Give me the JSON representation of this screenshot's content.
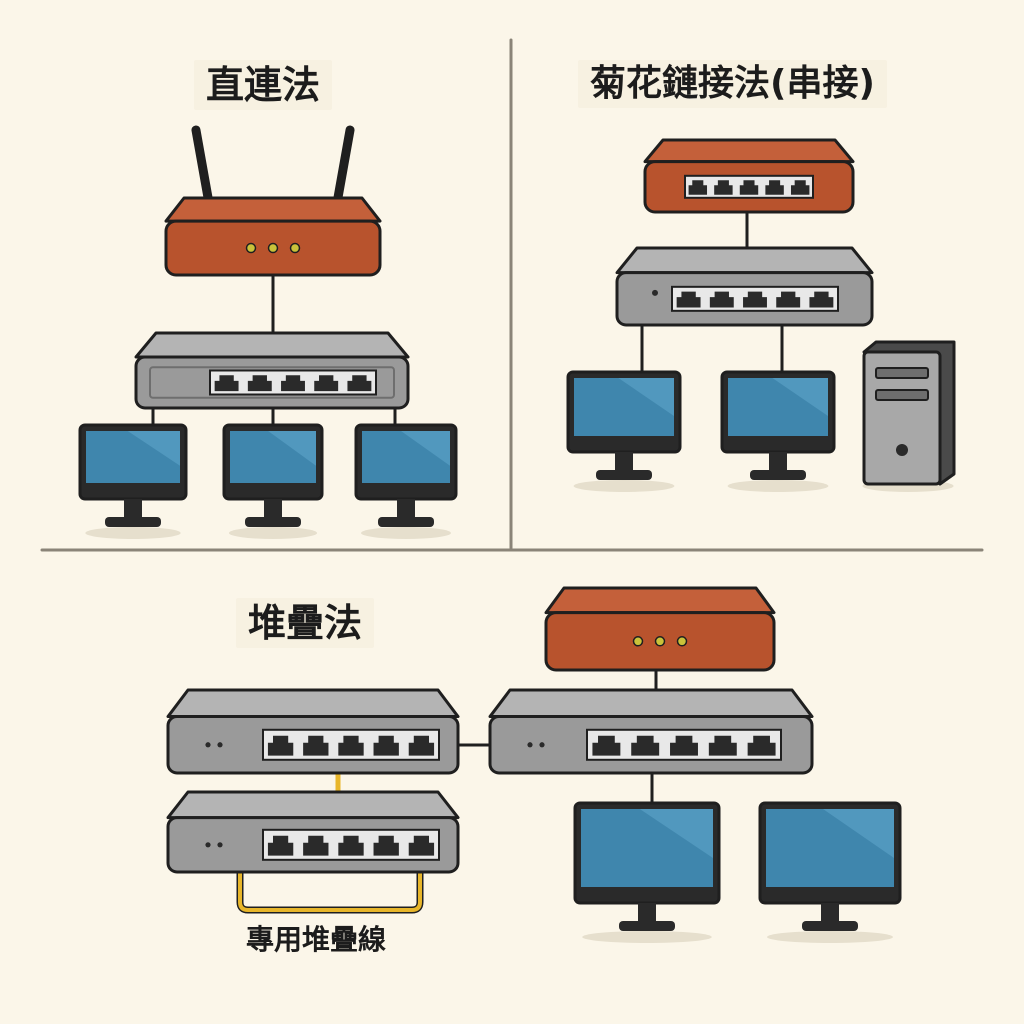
{
  "sections": {
    "direct": {
      "title": "直連法"
    },
    "daisy_chain": {
      "title": "菊花鏈接法(串接)"
    },
    "stacking": {
      "title": "堆疊法",
      "cable_label": "專用堆疊線"
    }
  },
  "colors": {
    "background": "#fbf6e9",
    "router": "#b8532d",
    "router_top": "#c4603a",
    "switch": "#9a9a9a",
    "switch_top": "#b4b4b4",
    "screen": "#3f86ad",
    "outline": "#1f1f1f",
    "led": "#c9c23a",
    "stack_cable": "#e8b62a",
    "divider": "#8a8478"
  },
  "icons": [
    "router-icon",
    "network-switch-icon",
    "monitor-icon",
    "desktop-tower-icon",
    "stack-cable-icon"
  ]
}
